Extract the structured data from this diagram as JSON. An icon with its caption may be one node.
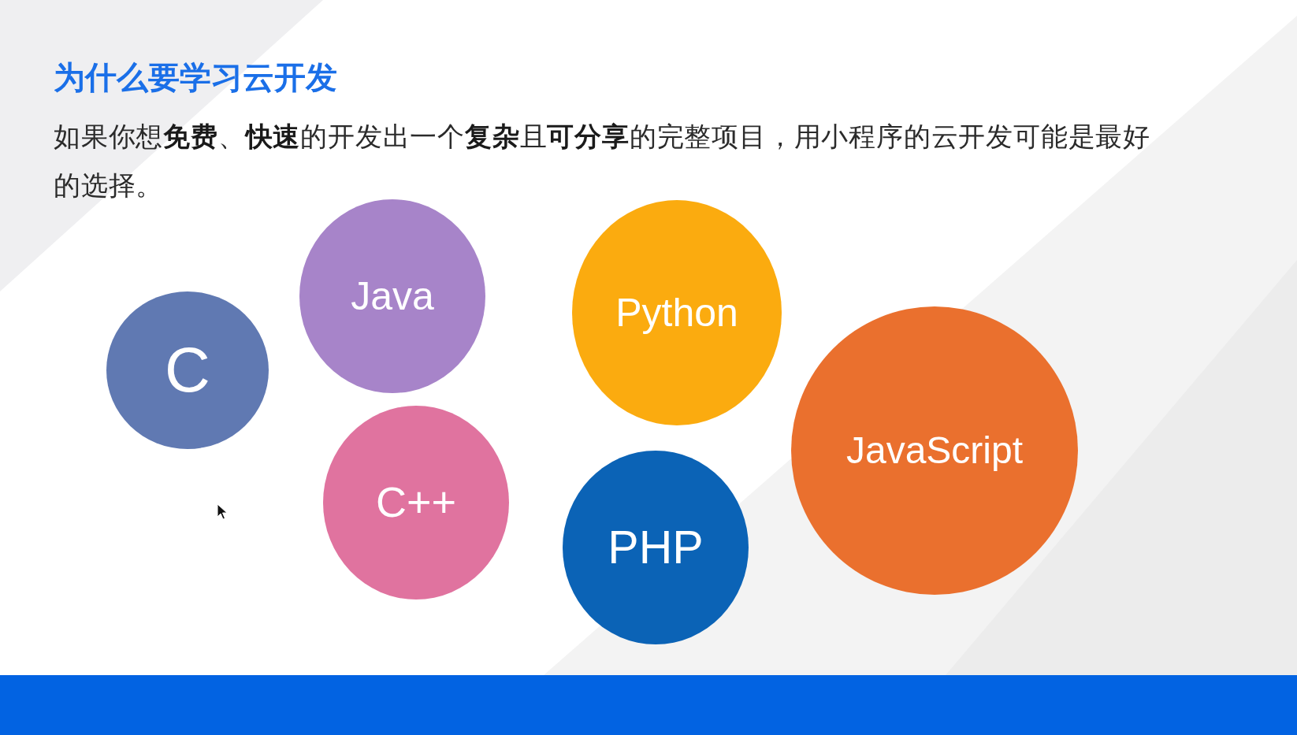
{
  "diagram": {
    "title": "为什么要学习云开发",
    "nodes": [
      {
        "text": [
          "C"
        ]
      },
      {
        "text": [
          "Java"
        ]
      },
      {
        "text": [
          "C++"
        ]
      },
      {
        "text": [
          "Python"
        ]
      },
      {
        "text": [
          "PHP"
        ]
      },
      {
        "text": [
          "JavaScript"
        ]
      }
    ],
    "labels": [
      "如果你想**免费**、**快速**的开发出一个**复杂**且**可分享**的完整项目，用小程序的云开发可能是最好的选择。"
    ]
  }
}
